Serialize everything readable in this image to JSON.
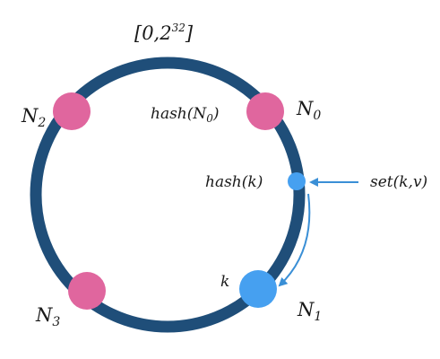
{
  "range": {
    "open": "[0,2",
    "exp": "32",
    "close": "]"
  },
  "nodes": {
    "n0": {
      "base": "N",
      "sub": "0"
    },
    "n1": {
      "base": "N",
      "sub": "1"
    },
    "n2": {
      "base": "N",
      "sub": "2"
    },
    "n3": {
      "base": "N",
      "sub": "3"
    }
  },
  "labels": {
    "hash_n0": {
      "pre": "hash(N",
      "sub": "0",
      "post": ")"
    },
    "hash_k": "hash(k)",
    "set_kv": "set(k,v)",
    "k": "k"
  },
  "colors": {
    "ring": "#1f4e79",
    "node": "#e0669e",
    "key": "#46a0f0",
    "arrow": "#3a8fd6"
  }
}
